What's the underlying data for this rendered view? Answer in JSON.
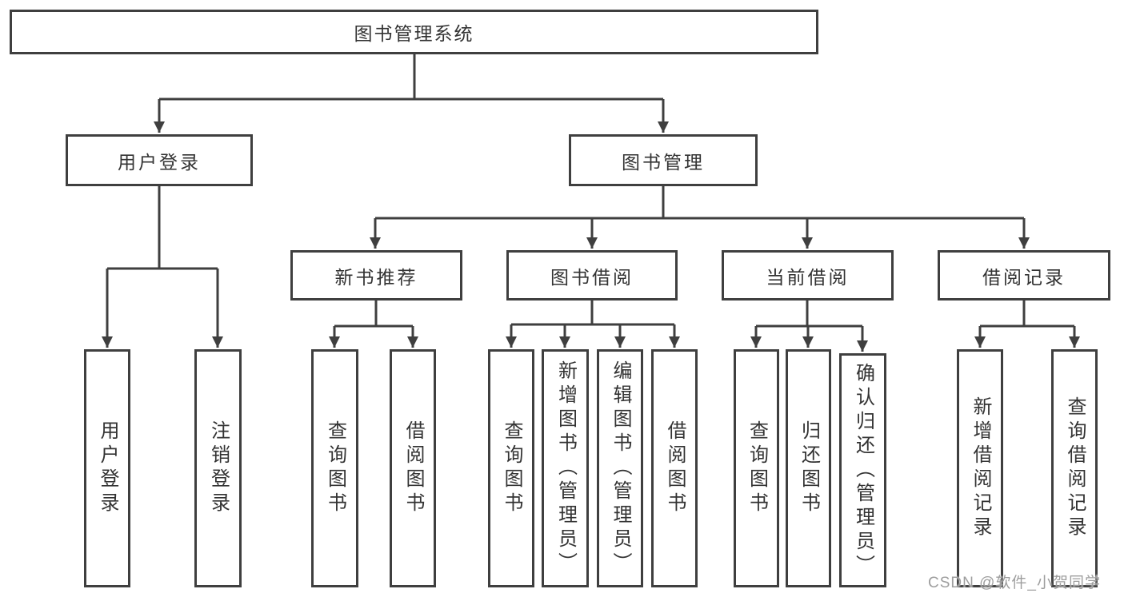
{
  "diagram_title": "图书管理系统",
  "tree": {
    "root": {
      "label": "图书管理系统",
      "children": [
        {
          "label": "用户登录",
          "children": [
            {
              "label": "用户登录"
            },
            {
              "label": "注销登录"
            }
          ]
        },
        {
          "label": "图书管理",
          "children": [
            {
              "label": "新书推荐",
              "children": [
                {
                  "label": "查询图书"
                },
                {
                  "label": "借阅图书"
                }
              ]
            },
            {
              "label": "图书借阅",
              "children": [
                {
                  "label": "查询图书"
                },
                {
                  "label": "新增图书（管理员）"
                },
                {
                  "label": "编辑图书（管理员）"
                },
                {
                  "label": "借阅图书"
                }
              ]
            },
            {
              "label": "当前借阅",
              "children": [
                {
                  "label": "查询图书"
                },
                {
                  "label": "归还图书"
                },
                {
                  "label": "确认归还（管理员）"
                }
              ]
            },
            {
              "label": "借阅记录",
              "children": [
                {
                  "label": "新增借阅记录"
                },
                {
                  "label": "查询借阅记录"
                }
              ]
            }
          ]
        }
      ]
    }
  },
  "watermark": {
    "text": "CSDN @软件_小贺同学"
  },
  "colors": {
    "line": "#3f3f3f",
    "box_border": "#3f3f3f",
    "text": "#333333",
    "background": "#ffffff",
    "watermark": "#9e9e9e"
  }
}
